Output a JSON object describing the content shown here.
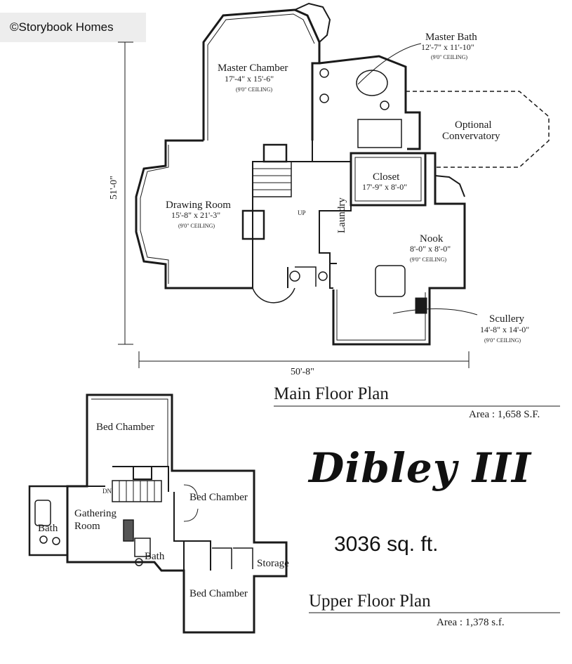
{
  "copyright": "©Storybook Homes",
  "model_name": "Dibley III",
  "total_area": "3036 sq. ft.",
  "main_floor": {
    "title": "Main Floor Plan",
    "area": "Area :  1,658 S.F.",
    "overall_width": "50'-8\"",
    "overall_depth": "51'-0\"",
    "rooms": {
      "master_chamber": {
        "name": "Master Chamber",
        "size": "17'-4\" x 15'-6\"",
        "ceiling": "(9'0\" CEILING)"
      },
      "master_bath": {
        "name": "Master Bath",
        "size": "12'-7\" x 11'-10\"",
        "ceiling": "(9'0\" CEILING)"
      },
      "conservatory": {
        "name_line1": "Optional",
        "name_line2": "Convervatory"
      },
      "closet": {
        "name": "Closet",
        "size": "17'-9\" x 8'-0\""
      },
      "drawing_room": {
        "name": "Drawing Room",
        "size": "15'-8\" x 21'-3\"",
        "ceiling": "(9'0\" CEILING)"
      },
      "laundry": {
        "name": "Laundry"
      },
      "nook": {
        "name": "Nook",
        "size": "8'-0\" x 8'-0\"",
        "ceiling": "(9'0\" CEILING)"
      },
      "scullery": {
        "name": "Scullery",
        "size": "14'-8\" x 14'-0\"",
        "ceiling": "(9'0\" CEILING)"
      },
      "up_label": "UP"
    }
  },
  "upper_floor": {
    "title": "Upper Floor Plan",
    "area": "Area :  1,378 s.f.",
    "rooms": {
      "bed_chamber_1": "Bed Chamber",
      "bed_chamber_2": "Bed Chamber",
      "bed_chamber_3": "Bed Chamber",
      "gathering_line1": "Gathering",
      "gathering_line2": "Room",
      "bath_1": "Bath",
      "bath_2": "Bath",
      "storage": "Storage",
      "dn_label": "DN"
    }
  }
}
